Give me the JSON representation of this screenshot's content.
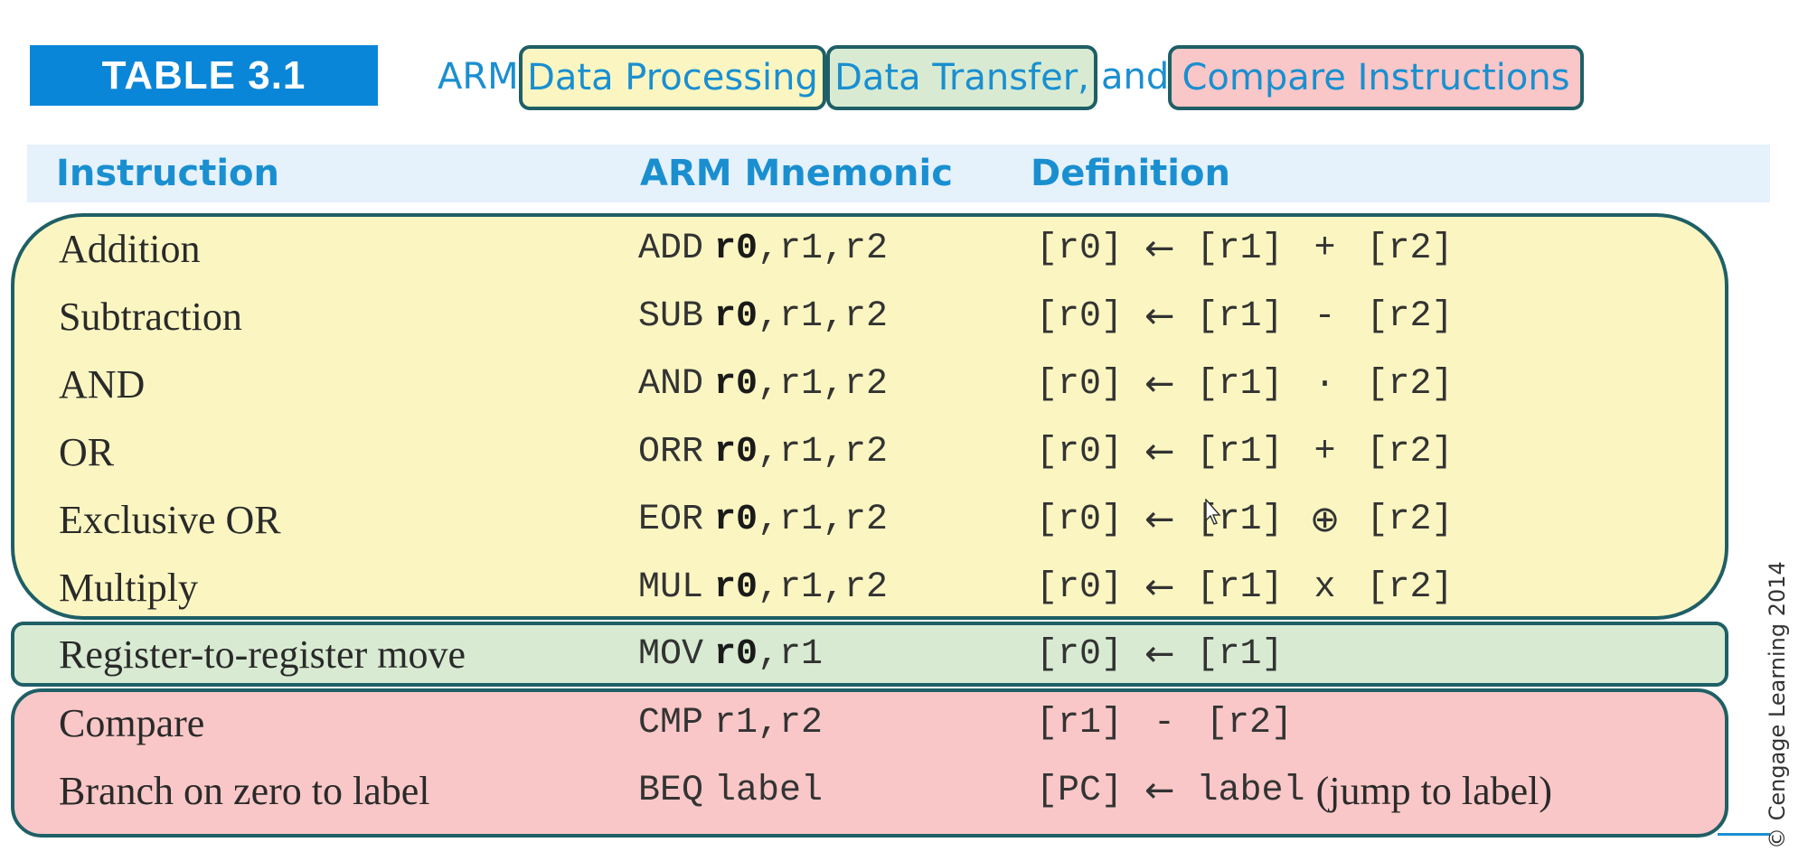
{
  "title": {
    "tag": "TABLE 3.1",
    "prefix": "ARM",
    "part1": "Data Processing",
    "part2": "Data Transfer,",
    "joiner": "and",
    "part3": "Compare Instructions"
  },
  "header": {
    "instruction": "Instruction",
    "mnemonic": "ARM Mnemonic",
    "definition": "Definition"
  },
  "rows": [
    {
      "instruction": "Addition",
      "op": "ADD",
      "dest": "r0",
      "args": ",r1,r2",
      "lhs": "[r0]",
      "arrow": "←",
      "a": "[r1]",
      "operator": "+",
      "b": "[r2]"
    },
    {
      "instruction": "Subtraction",
      "op": "SUB",
      "dest": "r0",
      "args": ",r1,r2",
      "lhs": "[r0]",
      "arrow": "←",
      "a": "[r1]",
      "operator": "-",
      "b": "[r2]"
    },
    {
      "instruction": "AND",
      "op": "AND",
      "dest": "r0",
      "args": ",r1,r2",
      "lhs": "[r0]",
      "arrow": "←",
      "a": "[r1]",
      "operator": "·",
      "b": "[r2]"
    },
    {
      "instruction": "OR",
      "op": "ORR",
      "dest": "r0",
      "args": ",r1,r2",
      "lhs": "[r0]",
      "arrow": "←",
      "a": "[r1]",
      "operator": "+",
      "b": "[r2]"
    },
    {
      "instruction": "Exclusive OR",
      "op": "EOR",
      "dest": "r0",
      "args": ",r1,r2",
      "lhs": "[r0]",
      "arrow": "←",
      "a": "[r1]",
      "operator": "⊕",
      "b": "[r2]"
    },
    {
      "instruction": "Multiply",
      "op": "MUL",
      "dest": "r0",
      "args": ",r1,r2",
      "lhs": "[r0]",
      "arrow": "←",
      "a": "[r1]",
      "operator": "x",
      "b": "[r2]"
    },
    {
      "instruction": "Register-to-register move",
      "op": "MOV",
      "dest": "r0",
      "args": ",r1",
      "lhs": "[r0]",
      "arrow": "←",
      "a": "[r1]"
    },
    {
      "instruction": "Compare",
      "op": "CMP",
      "args": "r1,r2",
      "lhs": "[r1]",
      "operator": "-",
      "b": "[r2]"
    },
    {
      "instruction": "Branch on zero to label",
      "op": "BEQ",
      "args": "label",
      "lhs": "[PC]",
      "arrow": "←",
      "a": "label",
      "note": "(jump to label)"
    }
  ],
  "copyright": "© Cengage Learning 2014",
  "colors": {
    "accent": "#1a8fd0",
    "tag_bg": "#0a86d8",
    "header_bg": "#e5f1fb",
    "data_processing": "#fbf6c1",
    "data_transfer": "#d8ebd2",
    "compare": "#f9c7c7",
    "border": "#1f5f66"
  }
}
